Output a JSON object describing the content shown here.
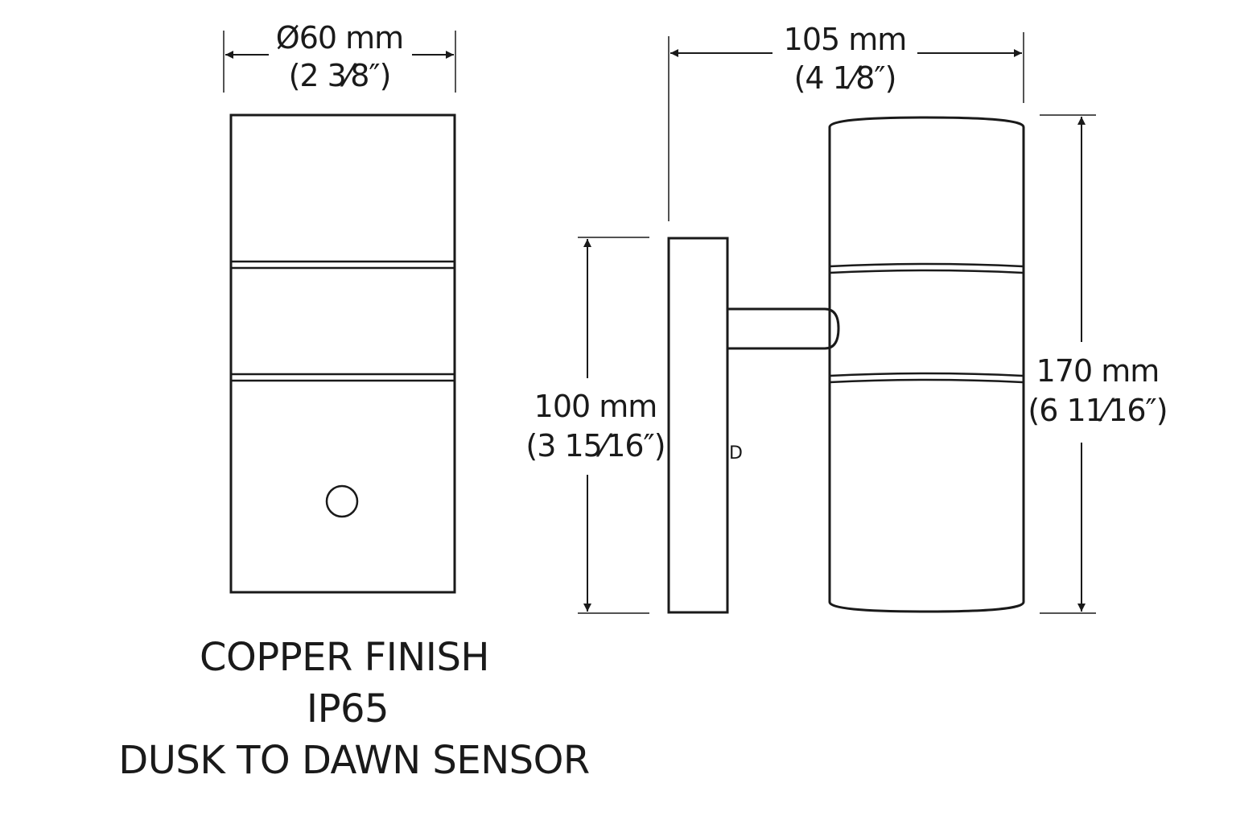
{
  "front_view": {
    "width_mm": "Ø60 mm",
    "width_in": "(2 3⁄8″)"
  },
  "side_view": {
    "depth_mm": "105 mm",
    "depth_in": "(4 1⁄8″)",
    "plate_height_mm": "100 mm",
    "plate_height_in": "(3 15⁄16″)",
    "height_mm": "170 mm",
    "height_in": "(6 11⁄16″)",
    "plate_marker": "D"
  },
  "specs": {
    "line1": "COPPER FINISH",
    "line2": "IP65",
    "line3": "DUSK TO DAWN SENSOR"
  }
}
